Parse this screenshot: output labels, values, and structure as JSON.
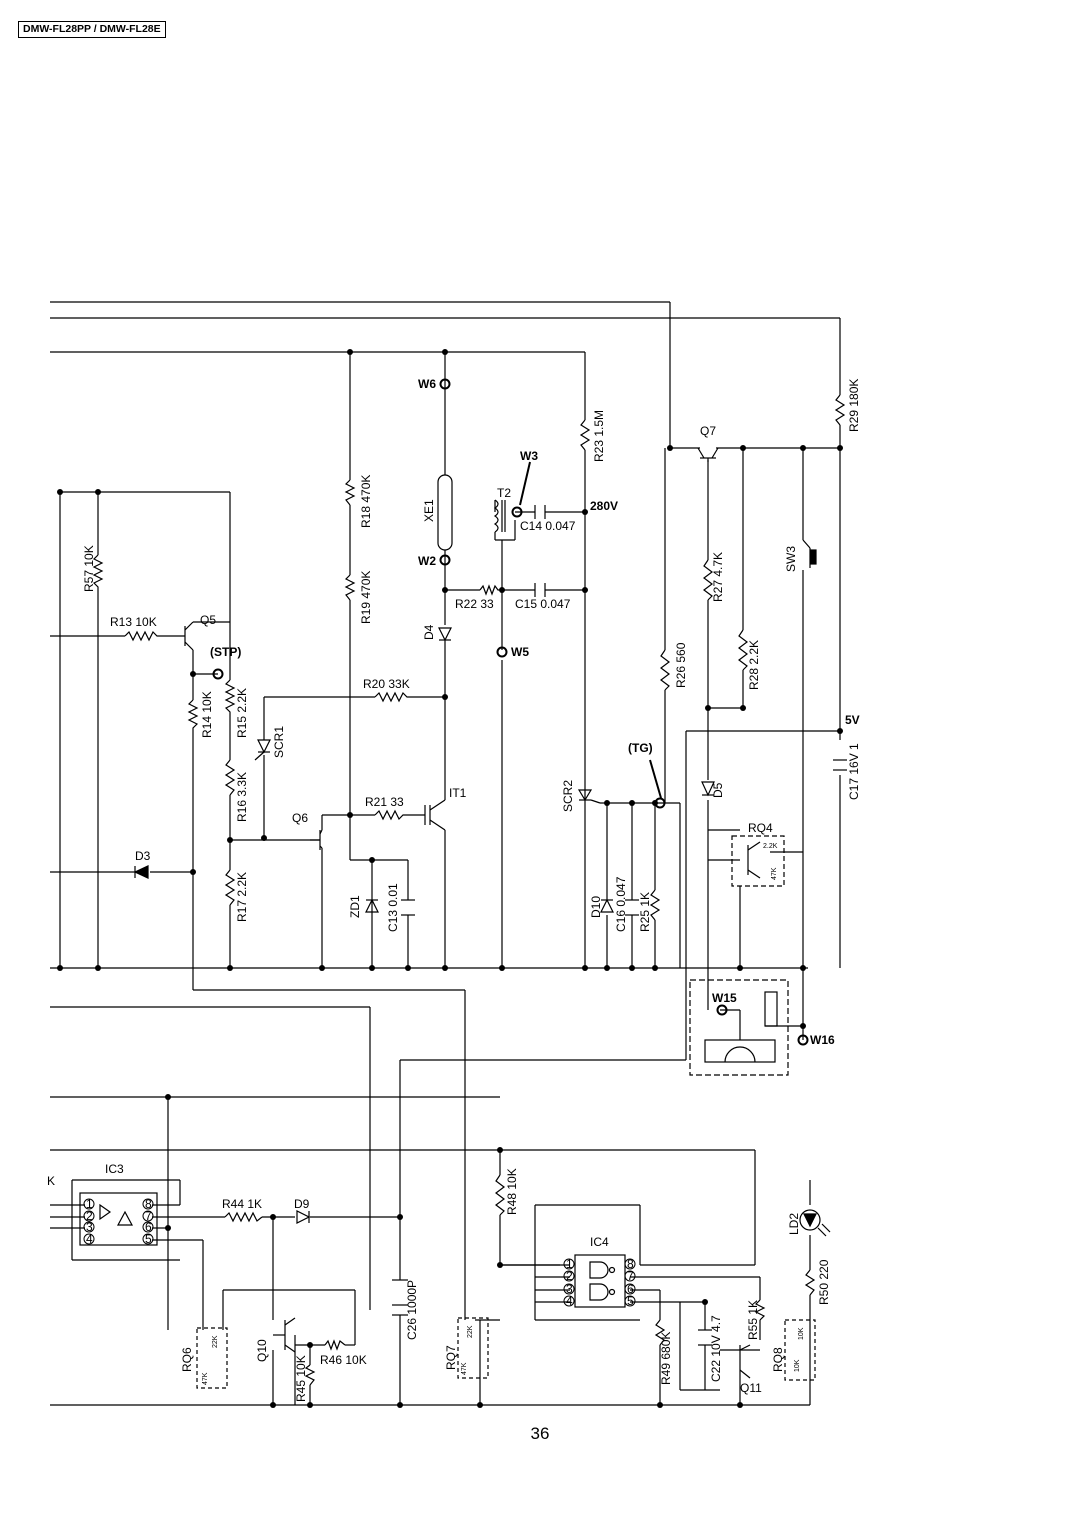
{
  "header": {
    "model": "DMW-FL28PP / DMW-FL28E"
  },
  "page": {
    "number": "36"
  },
  "components": {
    "R57": "R57",
    "R57_val": "10K",
    "R13": "R13",
    "R13_val": "10K",
    "Q5": "Q5",
    "STP": "(STP)",
    "R14": "R14",
    "R14_val": "10K",
    "R15": "R15",
    "R15_val": "2.2K",
    "SCR1": "SCR1",
    "R16": "R16",
    "R16_val": "3.3K",
    "Q6": "Q6",
    "D3": "D3",
    "R17": "R17",
    "R17_val": "2.2K",
    "R18": "R18",
    "R18_val": "470K",
    "R19": "R19",
    "R19_val": "470K",
    "R20": "R20",
    "R20_val": "33K",
    "R21": "R21",
    "R21_val": "33",
    "ZD1": "ZD1",
    "C13": "C13",
    "C13_val": "0.01",
    "W6": "W6",
    "W2": "W2",
    "W3": "W3",
    "W5": "W5",
    "XE1": "XE1",
    "T2": "T2",
    "C14": "C14",
    "C14_val": "0.047",
    "V280": "280V",
    "R22": "R22",
    "R22_val": "33",
    "C15": "C15",
    "C15_val": "0.047",
    "D4": "D4",
    "IT1": "IT1",
    "R23": "R23",
    "R23_val": "1.5M",
    "R26": "R26",
    "R26_val": "560",
    "SCR2": "SCR2",
    "TG": "(TG)",
    "D10": "D10",
    "C16": "C16",
    "C16_val": "0.047",
    "R25": "R25",
    "R25_val": "1K",
    "Q7": "Q7",
    "R27": "R27",
    "R27_val": "4.7K",
    "R28": "R28",
    "R28_val": "2.2K",
    "SW3": "SW3",
    "R29": "R29",
    "R29_val": "180K",
    "V5": "5V",
    "C17": "C17",
    "C17_val": "16V 1",
    "D5": "D5",
    "RQ4": "RQ4",
    "RQ4_r1": "2.2K",
    "RQ4_r2": "47K",
    "W15": "W15",
    "W16": "W16",
    "IC3": "IC3",
    "R44": "R44",
    "R44_val": "1K",
    "D9": "D9",
    "C26": "C26",
    "C26_val": "1000P",
    "RQ6": "RQ6",
    "RQ6_r1": "22K",
    "RQ6_r2": "47K",
    "Q10": "Q10",
    "R45": "R45",
    "R45_val": "10K",
    "R46": "R46",
    "R46_val": "10K",
    "RQ7": "RQ7",
    "RQ7_r1": "22K",
    "RQ7_r2": "47K",
    "R48": "R48",
    "R48_val": "10K",
    "IC4": "IC4",
    "R49": "R49",
    "R49_val": "680K",
    "C22": "C22",
    "C22_val": "10V 4.7",
    "Q11": "Q11",
    "R55": "R55",
    "R55_val": "1K",
    "RQ8": "RQ8",
    "RQ8_r1": "10K",
    "RQ8_r2": "10K",
    "LD2": "LD2",
    "R50": "R50",
    "R50_val": "220",
    "K_cut": "K"
  },
  "pins": [
    "1",
    "2",
    "3",
    "4",
    "5",
    "6",
    "7",
    "8"
  ]
}
